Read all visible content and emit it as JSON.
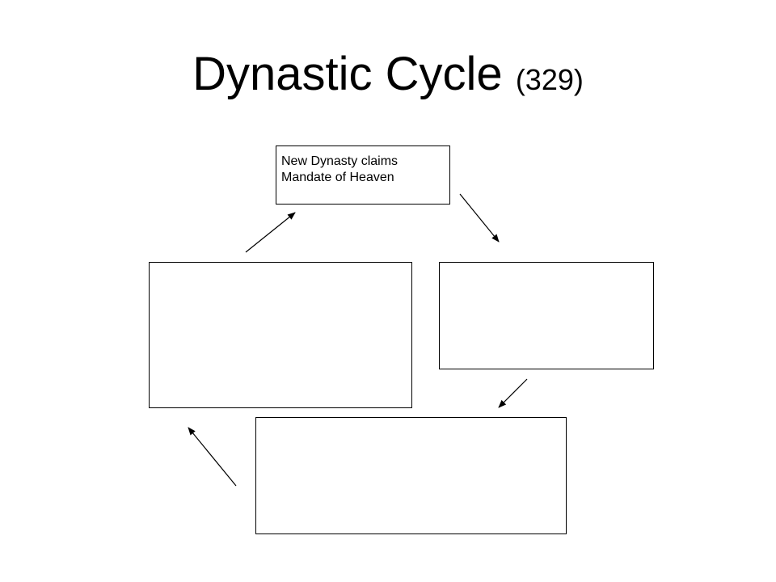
{
  "slide": {
    "title": "Dynastic Cycle",
    "title_page": "(329)"
  },
  "boxes": {
    "top": {
      "text": "New Dynasty claims\nMandate of Heaven"
    },
    "left": {
      "text": ""
    },
    "right": {
      "text": ""
    },
    "bottom": {
      "text": ""
    }
  },
  "colors": {
    "stroke": "#000000",
    "background": "#ffffff"
  }
}
